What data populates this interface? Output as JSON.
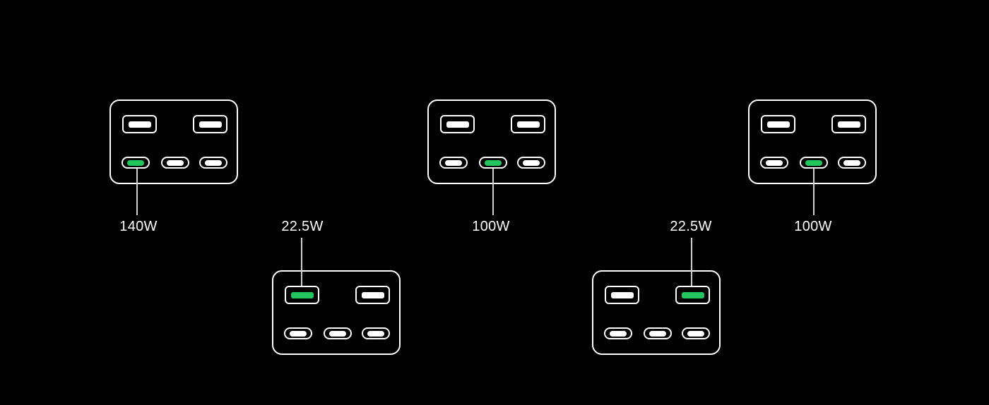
{
  "colors": {
    "background": "#000000",
    "port_outline": "#ffffff",
    "port_inactive_pin": "#ffffff",
    "port_active_pin": "#22c55e",
    "callout_line": "#cfcfcf",
    "label_text": "#ffffff"
  },
  "devices": [
    {
      "id": "device-1",
      "position": "top-left",
      "label": "140W",
      "label_side": "below",
      "active_port": "usb-c-1",
      "ports": [
        {
          "type": "usb-a",
          "active": false
        },
        {
          "type": "usb-a",
          "active": false
        },
        {
          "type": "usb-c",
          "active": true
        },
        {
          "type": "usb-c",
          "active": false
        },
        {
          "type": "usb-c",
          "active": false
        }
      ]
    },
    {
      "id": "device-2",
      "position": "bottom-left",
      "label": "22.5W",
      "label_side": "above",
      "active_port": "usb-a-1",
      "ports": [
        {
          "type": "usb-a",
          "active": true
        },
        {
          "type": "usb-a",
          "active": false
        },
        {
          "type": "usb-c",
          "active": false
        },
        {
          "type": "usb-c",
          "active": false
        },
        {
          "type": "usb-c",
          "active": false
        }
      ]
    },
    {
      "id": "device-3",
      "position": "top-middle",
      "label": "100W",
      "label_side": "below",
      "active_port": "usb-c-2",
      "ports": [
        {
          "type": "usb-a",
          "active": false
        },
        {
          "type": "usb-a",
          "active": false
        },
        {
          "type": "usb-c",
          "active": false
        },
        {
          "type": "usb-c",
          "active": true
        },
        {
          "type": "usb-c",
          "active": false
        }
      ]
    },
    {
      "id": "device-4",
      "position": "bottom-right",
      "label": "22.5W",
      "label_side": "above",
      "active_port": "usb-a-2",
      "ports": [
        {
          "type": "usb-a",
          "active": false
        },
        {
          "type": "usb-a",
          "active": true
        },
        {
          "type": "usb-c",
          "active": false
        },
        {
          "type": "usb-c",
          "active": false
        },
        {
          "type": "usb-c",
          "active": false
        }
      ]
    },
    {
      "id": "device-5",
      "position": "top-right",
      "label": "100W",
      "label_side": "below",
      "active_port": "usb-c-2",
      "ports": [
        {
          "type": "usb-a",
          "active": false
        },
        {
          "type": "usb-a",
          "active": false
        },
        {
          "type": "usb-c",
          "active": false
        },
        {
          "type": "usb-c",
          "active": true
        },
        {
          "type": "usb-c",
          "active": false
        }
      ]
    }
  ]
}
